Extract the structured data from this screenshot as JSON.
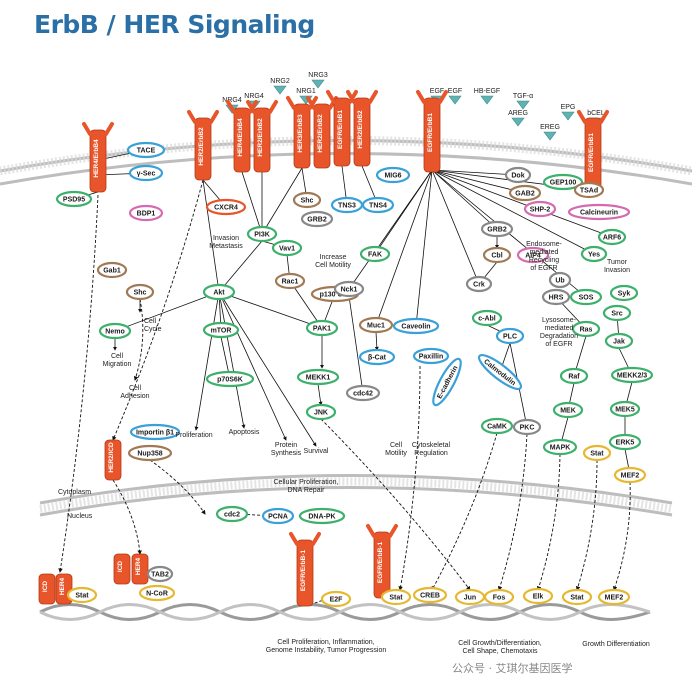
{
  "title": "ErbB / HER Signaling",
  "watermark": "公众号 · 艾琪尔基因医学",
  "compartments": {
    "cytoplasm": "Cytoplasm",
    "nucleus": "Nucleus"
  },
  "colors": {
    "receptor": "#e8552a",
    "blue": "#3aa0d8",
    "green": "#3db06b",
    "brown": "#a07a55",
    "pink": "#d66ab0",
    "yellow": "#e6b830",
    "gray": "#888888",
    "ligand": "#5fb3b3",
    "title": "#2a6fa6"
  },
  "ligands": [
    {
      "label": "NRG4"
    },
    {
      "label": "NRG4"
    },
    {
      "label": "NRG2"
    },
    {
      "label": "NRG3"
    },
    {
      "label": "NRG1"
    },
    {
      "label": "EGF"
    },
    {
      "label": "EGF"
    },
    {
      "label": "HB-EGF"
    },
    {
      "label": "TGF-α"
    },
    {
      "label": "AREG"
    },
    {
      "label": "EPG"
    },
    {
      "label": "EREG"
    },
    {
      "label": "bCEL"
    }
  ],
  "receptors": [
    {
      "label": "HER4/ErbB4"
    },
    {
      "label": "HER2/ErbB2"
    },
    {
      "label": "HER4/ErbB4"
    },
    {
      "label": "HER2/ErbB2"
    },
    {
      "label": "HER3/ErbB3"
    },
    {
      "label": "HER2/ErbB2"
    },
    {
      "label": "EGFR/ErbB1"
    },
    {
      "label": "HER2/ErbB2"
    },
    {
      "label": "EGFR/ErbB1"
    },
    {
      "label": "EGFR/ErbB1"
    },
    {
      "label": "HER2/ICD"
    },
    {
      "label": "EGFR/ErbB-1"
    },
    {
      "label": "EGFR/ErbB-1"
    },
    {
      "label": "ICD"
    },
    {
      "label": "HER4"
    },
    {
      "label": "ICD"
    },
    {
      "label": "HER4"
    }
  ],
  "nodes": [
    {
      "label": "TACE",
      "color": "blue"
    },
    {
      "label": "γ-Sec",
      "color": "blue"
    },
    {
      "label": "PSD95",
      "color": "green"
    },
    {
      "label": "BDP1",
      "color": "pink"
    },
    {
      "label": "CXCR4",
      "color": "receptor"
    },
    {
      "label": "MIG6",
      "color": "blue"
    },
    {
      "label": "Dok",
      "color": "gray"
    },
    {
      "label": "GEP100",
      "color": "green"
    },
    {
      "label": "GAB2",
      "color": "brown"
    },
    {
      "label": "TSAd",
      "color": "brown"
    },
    {
      "label": "SHP-2",
      "color": "pink"
    },
    {
      "label": "Calcineurin",
      "color": "pink"
    },
    {
      "label": "Gab1",
      "color": "brown"
    },
    {
      "label": "Shc",
      "color": "brown"
    },
    {
      "label": "GRB2",
      "color": "gray"
    },
    {
      "label": "TNS3",
      "color": "blue"
    },
    {
      "label": "TNS4",
      "color": "blue"
    },
    {
      "label": "PI3K",
      "color": "green"
    },
    {
      "label": "Vav1",
      "color": "green"
    },
    {
      "label": "FAK",
      "color": "green"
    },
    {
      "label": "GRB2",
      "color": "gray"
    },
    {
      "label": "Cbl",
      "color": "brown"
    },
    {
      "label": "AIP4",
      "color": "pink"
    },
    {
      "label": "ARF6",
      "color": "green"
    },
    {
      "label": "Yes",
      "color": "green"
    },
    {
      "label": "Ub",
      "color": "gray"
    },
    {
      "label": "Shc",
      "color": "brown"
    },
    {
      "label": "Akt",
      "color": "green"
    },
    {
      "label": "Rac1",
      "color": "brown"
    },
    {
      "label": "p130 Cas",
      "color": "brown"
    },
    {
      "label": "Nck1",
      "color": "gray"
    },
    {
      "label": "Crk",
      "color": "gray"
    },
    {
      "label": "HRS",
      "color": "gray"
    },
    {
      "label": "SOS",
      "color": "green"
    },
    {
      "label": "Syk",
      "color": "green"
    },
    {
      "label": "Nemo",
      "color": "green"
    },
    {
      "label": "mTOR",
      "color": "green"
    },
    {
      "label": "PAK1",
      "color": "green"
    },
    {
      "label": "Muc1",
      "color": "brown"
    },
    {
      "label": "Caveolin",
      "color": "blue"
    },
    {
      "label": "c-Abl",
      "color": "green"
    },
    {
      "label": "PLC",
      "color": "blue"
    },
    {
      "label": "Ras",
      "color": "green"
    },
    {
      "label": "Src",
      "color": "green"
    },
    {
      "label": "Jak",
      "color": "green"
    },
    {
      "label": "p70S6K",
      "color": "green"
    },
    {
      "label": "β-Cat",
      "color": "blue"
    },
    {
      "label": "Paxillin",
      "color": "blue"
    },
    {
      "label": "Calmodulin",
      "color": "blue"
    },
    {
      "label": "Raf",
      "color": "green"
    },
    {
      "label": "MEKK1",
      "color": "green"
    },
    {
      "label": "E-cadherin",
      "color": "blue"
    },
    {
      "label": "MEKK2/3",
      "color": "green"
    },
    {
      "label": "cdc42",
      "color": "gray"
    },
    {
      "label": "MEK",
      "color": "green"
    },
    {
      "label": "MEK5",
      "color": "green"
    },
    {
      "label": "Importin β1",
      "color": "blue"
    },
    {
      "label": "Nup358",
      "color": "brown"
    },
    {
      "label": "JNK",
      "color": "green"
    },
    {
      "label": "CaMK",
      "color": "green"
    },
    {
      "label": "PKC",
      "color": "gray"
    },
    {
      "label": "MAPK",
      "color": "green"
    },
    {
      "label": "ERK5",
      "color": "green"
    },
    {
      "label": "Stat",
      "color": "yellow"
    },
    {
      "label": "MEF2",
      "color": "yellow"
    },
    {
      "label": "cdc2",
      "color": "green"
    },
    {
      "label": "PCNA",
      "color": "blue"
    },
    {
      "label": "DNA-PK",
      "color": "green"
    },
    {
      "label": "TAB2",
      "color": "gray"
    },
    {
      "label": "N-CoR",
      "color": "yellow"
    },
    {
      "label": "Stat",
      "color": "yellow"
    },
    {
      "label": "E2F",
      "color": "yellow"
    },
    {
      "label": "Stat",
      "color": "yellow"
    },
    {
      "label": "CREB",
      "color": "yellow"
    },
    {
      "label": "Jun",
      "color": "yellow"
    },
    {
      "label": "Fos",
      "color": "yellow"
    },
    {
      "label": "Elk",
      "color": "yellow"
    },
    {
      "label": "Stat",
      "color": "yellow"
    },
    {
      "label": "MEF2",
      "color": "yellow"
    }
  ],
  "annotations": [
    {
      "label": "Invasion"
    },
    {
      "label": "Metastasis"
    },
    {
      "label": "Increase"
    },
    {
      "label": "Cell Motility"
    },
    {
      "label": "Endosome-"
    },
    {
      "label": "mediated"
    },
    {
      "label": "Recycling"
    },
    {
      "label": "of EGFR"
    },
    {
      "label": "Tumor"
    },
    {
      "label": "Invasion"
    },
    {
      "label": "Cell"
    },
    {
      "label": "Cycle"
    },
    {
      "label": "Cell"
    },
    {
      "label": "Migration"
    },
    {
      "label": "Cell"
    },
    {
      "label": "Adhesion"
    },
    {
      "label": "Lysosome-"
    },
    {
      "label": "mediated"
    },
    {
      "label": "Degradation"
    },
    {
      "label": "of EGFR"
    },
    {
      "label": "Proliferation"
    },
    {
      "label": "Apoptosis"
    },
    {
      "label": "Protein"
    },
    {
      "label": "Synthesis"
    },
    {
      "label": "Survival"
    },
    {
      "label": "Cell"
    },
    {
      "label": "Motility"
    },
    {
      "label": "Cytoskeletal"
    },
    {
      "label": "Regulation"
    },
    {
      "label": "Cellular Proliferation,"
    },
    {
      "label": "DNA Repair"
    },
    {
      "label": "Cell Proliferation, Inflammation,"
    },
    {
      "label": "Genome Instability, Tumor Progression"
    },
    {
      "label": "Cell Growth/Differentiation,"
    },
    {
      "label": "Cell Shape, Chemotaxis"
    },
    {
      "label": "Growth Differentiation"
    }
  ]
}
